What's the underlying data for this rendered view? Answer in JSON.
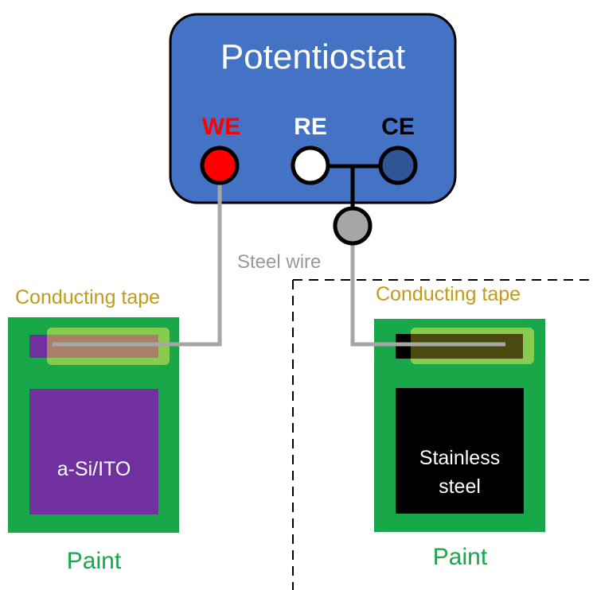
{
  "potentiostat": {
    "title": "Potentiostat",
    "terminals": {
      "we": "WE",
      "re": "RE",
      "ce": "CE"
    }
  },
  "labels": {
    "steel_wire": "Steel wire",
    "conducting_tape_left": "Conducting tape",
    "conducting_tape_right": "Conducting tape",
    "paint_left": "Paint",
    "paint_right": "Paint",
    "sample_left": "a-Si/ITO",
    "sample_right": "Stainless steel"
  },
  "colors": {
    "potentiostat_fill": "#4472c4",
    "we_terminal": "#ff0000",
    "re_terminal": "#ffffff",
    "ce_terminal": "#2f5597",
    "junction": "#a6a6a6",
    "wire": "#a6a6a6",
    "paint_green": "#18a84a",
    "tape_green": "#92d050",
    "tape_text": "#c49a18",
    "a_si_ito": "#7030a0",
    "stainless_steel": "#000000"
  }
}
